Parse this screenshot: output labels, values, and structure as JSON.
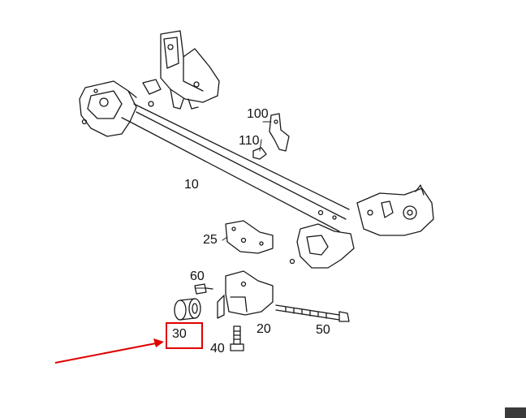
{
  "callouts": {
    "p10": "10",
    "p25": "25",
    "p30": "30",
    "p40": "40",
    "p50": "50",
    "p60": "60",
    "p100": "100",
    "p110": "110"
  },
  "colors": {
    "line": "#1a1a1a",
    "highlight": "#e00000",
    "arrow": "#e00000",
    "corner": "#3a3a3a"
  }
}
